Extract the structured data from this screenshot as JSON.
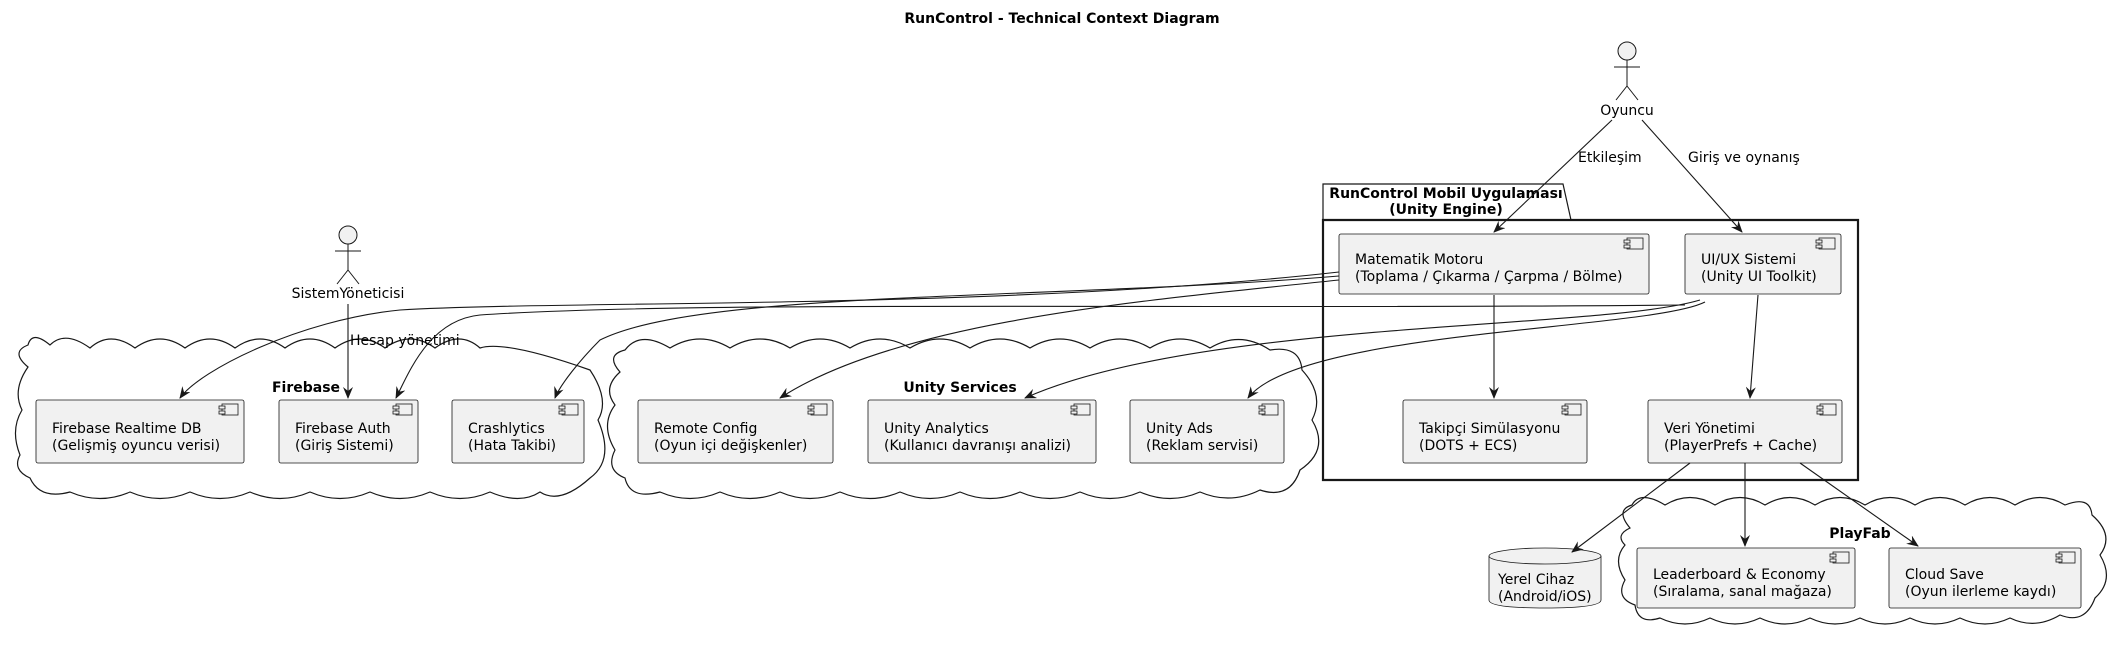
{
  "title": "RunControl - Technical Context Diagram",
  "actors": {
    "oyuncu": "Oyuncu",
    "admin": "SistemYöneticisi"
  },
  "package": {
    "name_line1": "RunControl Mobil Uygulaması",
    "name_line2": "(Unity Engine)"
  },
  "clouds": {
    "firebase": "Firebase",
    "unity": "Unity Services",
    "playfab": "PlayFab"
  },
  "components": {
    "math": [
      "Matematik Motoru",
      "(Toplama / Çıkarma / Çarpma / Bölme)"
    ],
    "ui": [
      "UI/UX Sistemi",
      "(Unity UI Toolkit)"
    ],
    "sim": [
      "Takipçi Simülasyonu",
      "(DOTS + ECS)"
    ],
    "data": [
      "Veri Yönetimi",
      "(PlayerPrefs + Cache)"
    ],
    "fb_db": [
      "Firebase Realtime DB",
      "(Gelişmiş oyuncu verisi)"
    ],
    "fb_auth": [
      "Firebase Auth",
      "(Giriş Sistemi)"
    ],
    "crash": [
      "Crashlytics",
      "(Hata Takibi)"
    ],
    "remote": [
      "Remote Config",
      "(Oyun içi değişkenler)"
    ],
    "analytics": [
      "Unity Analytics",
      "(Kullanıcı davranışı analizi)"
    ],
    "ads": [
      "Unity Ads",
      "(Reklam servisi)"
    ],
    "leader": [
      "Leaderboard & Economy",
      "(Sıralama, sanal mağaza)"
    ],
    "cloudsave": [
      "Cloud Save",
      "(Oyun ilerleme kaydı)"
    ]
  },
  "database": [
    "Yerel Cihaz",
    "(Android/iOS)"
  ],
  "edges": {
    "etkilesim": "Etkileşim",
    "giris": "Giriş ve oynanış",
    "hesap": "Hesap yönetimi"
  }
}
